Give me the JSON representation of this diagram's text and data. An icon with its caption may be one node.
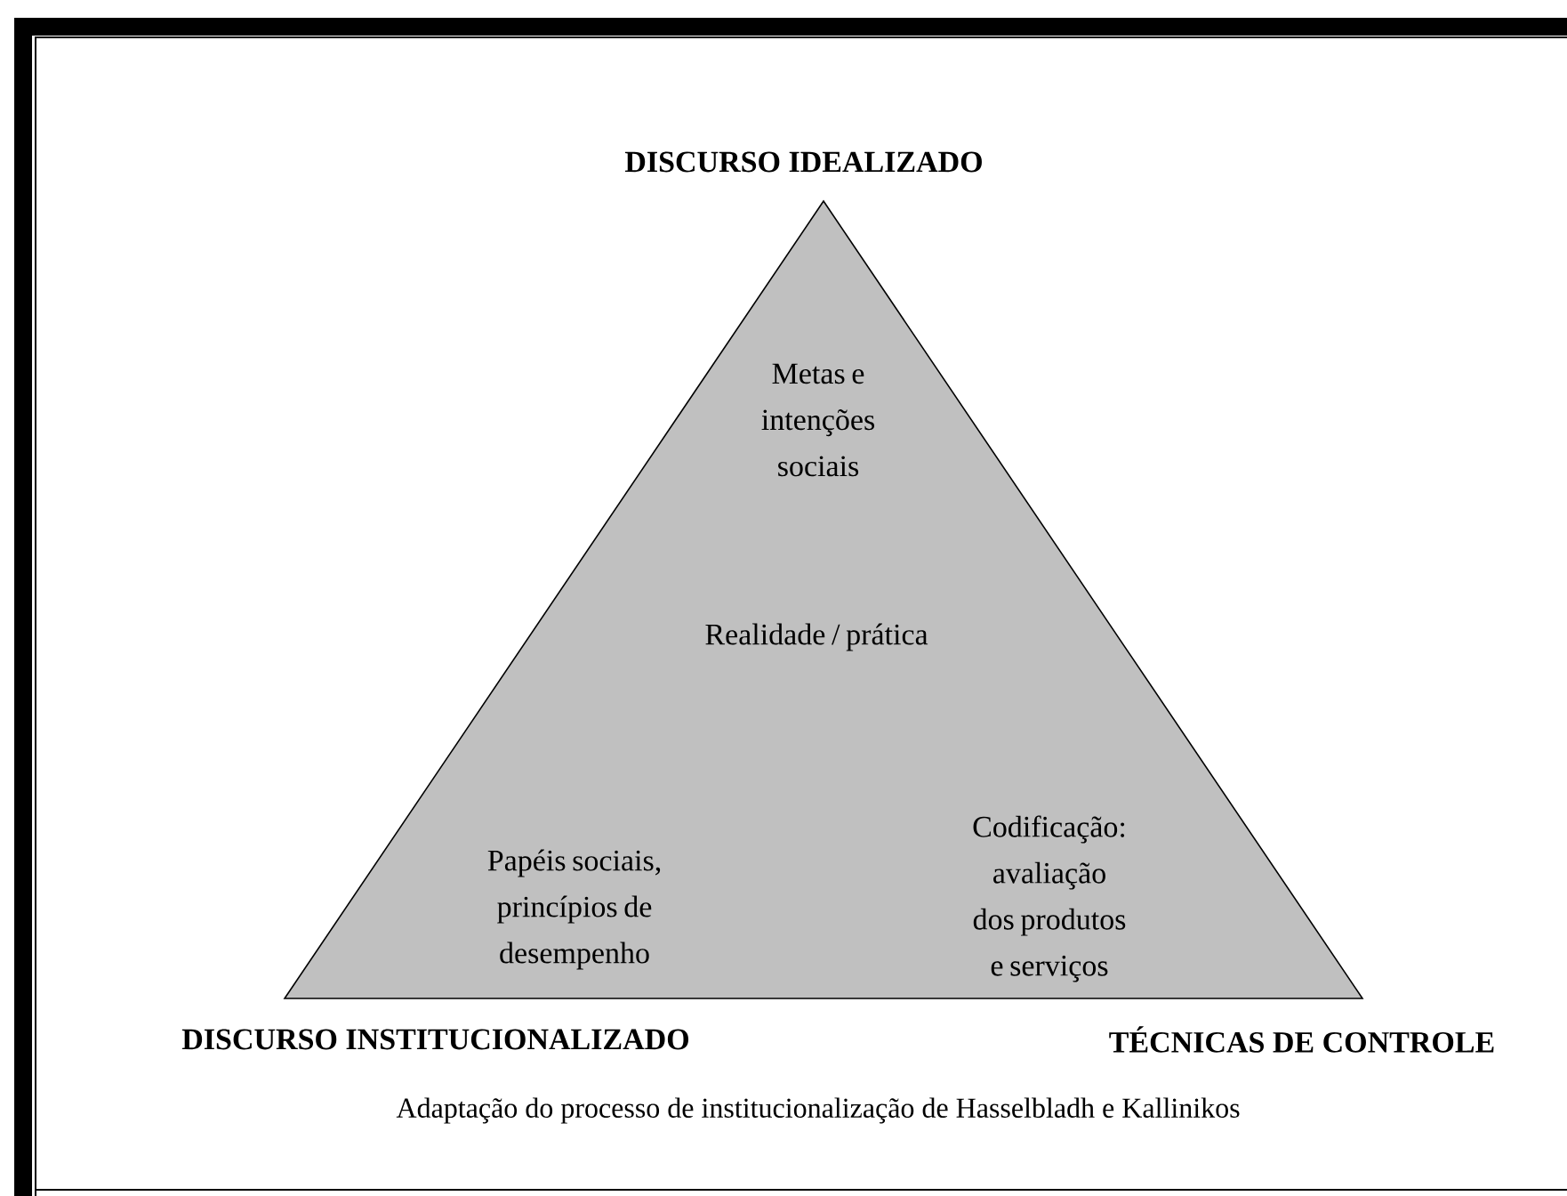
{
  "diagram": {
    "caption": "Adaptação do processo de institucionalização de Hasselbladh e Kallinikos",
    "nodes": [
      {
        "text": [
          "Metas e intenções sociais",
          "Realidade / prática",
          "Papéis sociais, princípios de desempenho",
          "Codificação: avaliação dos produtos e serviços"
        ]
      }
    ],
    "edges": [],
    "labels": [
      "DISCURSO IDEALIZADO",
      "DISCURSO INSTITUCIONALIZADO",
      "TÉCNICAS DE CONTROLE"
    ]
  }
}
